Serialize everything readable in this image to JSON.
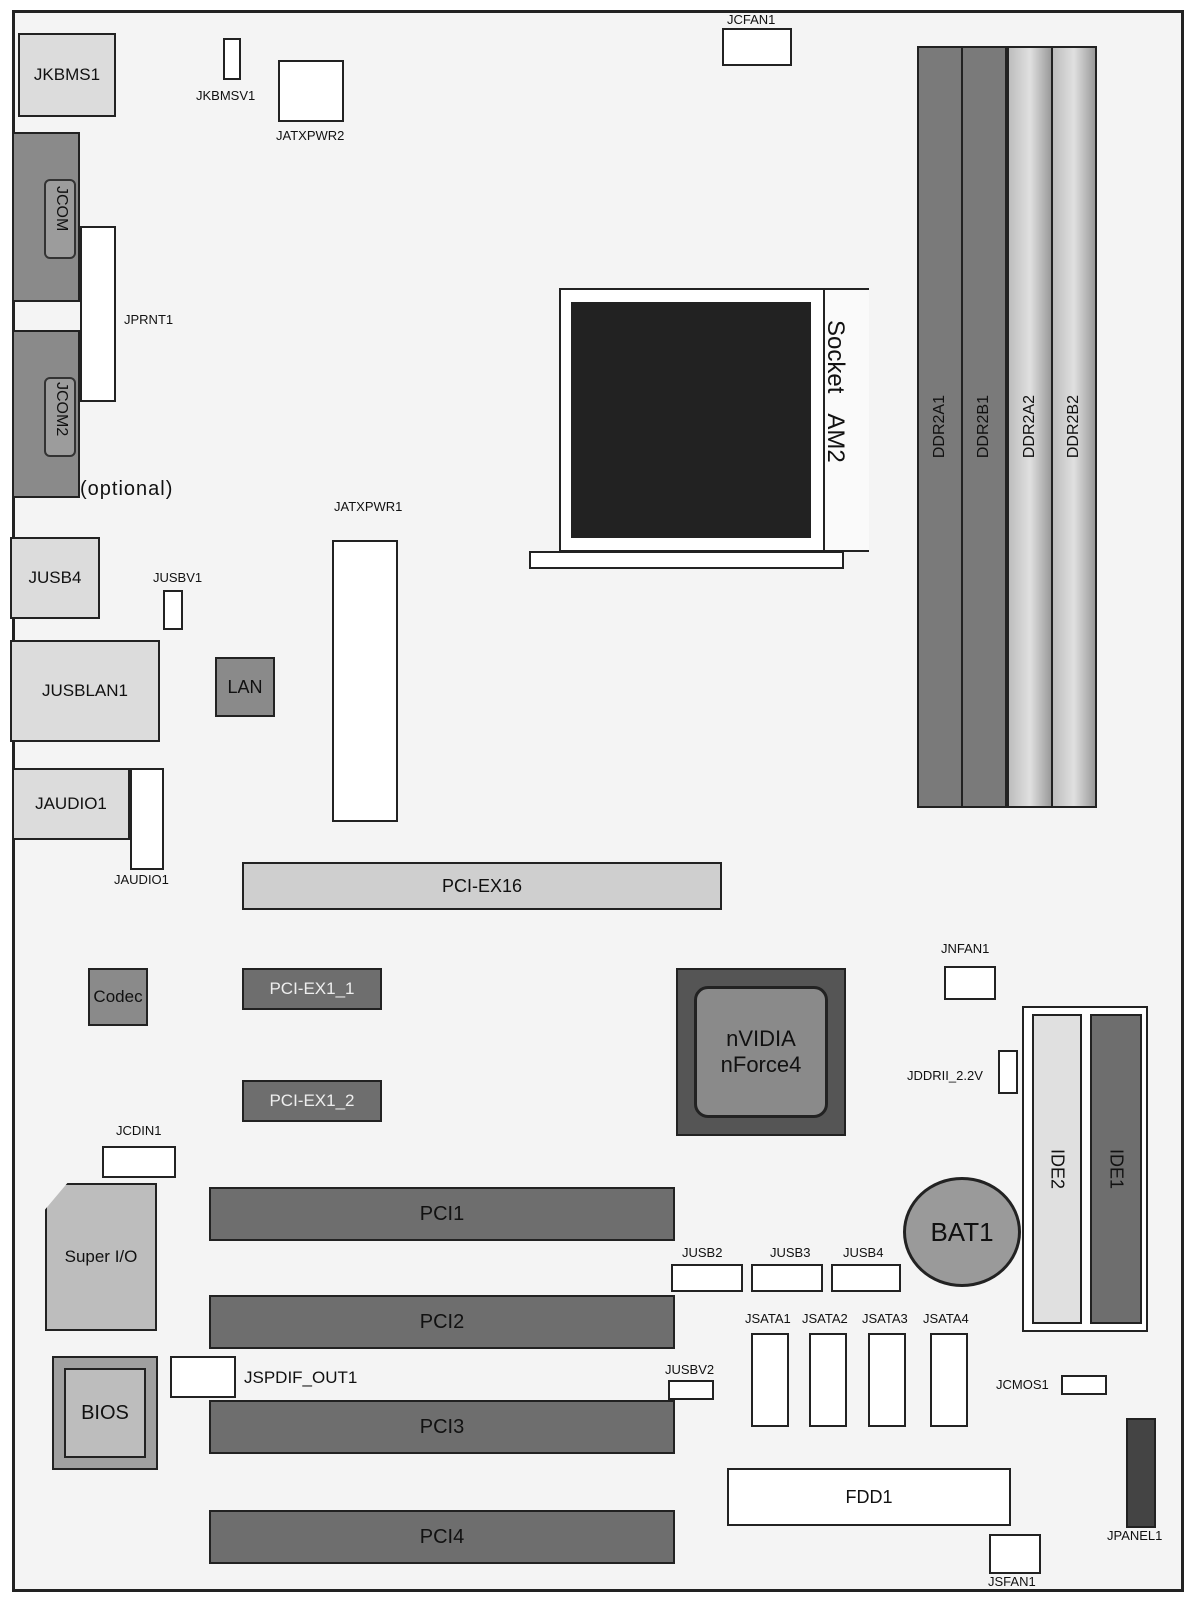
{
  "io": {
    "jkbms1": "JKBMS1",
    "jcom": "JCOM",
    "jcom2": "JCOM2",
    "optional": "(optional)",
    "jusb4_port": "JUSB4",
    "jusblan1": "JUSBLAN1",
    "jaudio1": "JAUDIO1",
    "lan": "LAN",
    "codec": "Codec"
  },
  "headers": {
    "jkbmsv1": "JKBMSV1",
    "jatxpwr2": "JATXPWR2",
    "jcfan1": "JCFAN1",
    "jprnt1": "JPRNT1",
    "jatxpwr1": "JATXPWR1",
    "jusbv1": "JUSBV1",
    "jaudio1_hdr": "JAUDIO1",
    "jnfan1": "JNFAN1",
    "jddrii": "JDDRII_2.2V",
    "jcdin1": "JCDIN1",
    "jusb2": "JUSB2",
    "jusb3": "JUSB3",
    "jusb4": "JUSB4",
    "jusbv2": "JUSBV2",
    "jspdif": "JSPDIF_OUT1",
    "jsata1": "JSATA1",
    "jsata2": "JSATA2",
    "jsata3": "JSATA3",
    "jsata4": "JSATA4",
    "jcmos1": "JCMOS1",
    "jpanel1": "JPANEL1",
    "jsfan1": "JSFAN1"
  },
  "socket": {
    "line1": "Socket",
    "line2": "AM2"
  },
  "dimms": [
    "DDR2A1",
    "DDR2B1",
    "DDR2A2",
    "DDR2B2"
  ],
  "slots": {
    "pciex16": "PCI-EX16",
    "pciex1_1": "PCI-EX1_1",
    "pciex1_2": "PCI-EX1_2",
    "pci1": "PCI1",
    "pci2": "PCI2",
    "pci3": "PCI3",
    "pci4": "PCI4"
  },
  "chips": {
    "nvidia_line1": "nVIDIA",
    "nvidia_line2": "nForce4",
    "superio": "Super I/O",
    "bios": "BIOS",
    "bat1": "BAT1"
  },
  "storage": {
    "ide1": "IDE1",
    "ide2": "IDE2",
    "fdd1": "FDD1"
  },
  "colors": {
    "dark": "#6e6e6e",
    "light": "#dcdcdc",
    "line": "#222222"
  }
}
